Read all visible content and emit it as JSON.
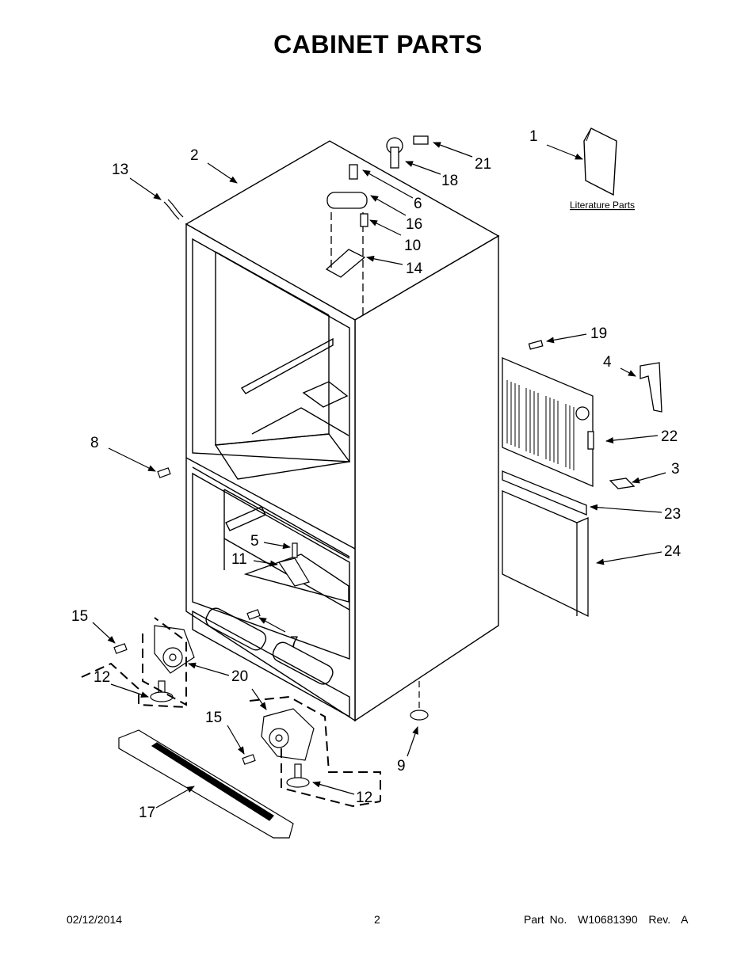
{
  "header": {
    "title": "CABINET  PARTS"
  },
  "diagram": {
    "literature_label": "Literature Parts",
    "callouts": [
      {
        "id": "c1",
        "text": "1"
      },
      {
        "id": "c2",
        "text": "2"
      },
      {
        "id": "c3",
        "text": "3"
      },
      {
        "id": "c4",
        "text": "4"
      },
      {
        "id": "c5",
        "text": "5"
      },
      {
        "id": "c6",
        "text": "6"
      },
      {
        "id": "c7",
        "text": "7"
      },
      {
        "id": "c8",
        "text": "8"
      },
      {
        "id": "c9",
        "text": "9"
      },
      {
        "id": "c10",
        "text": "10"
      },
      {
        "id": "c11",
        "text": "11"
      },
      {
        "id": "c12a",
        "text": "12"
      },
      {
        "id": "c12b",
        "text": "12"
      },
      {
        "id": "c13",
        "text": "13"
      },
      {
        "id": "c14",
        "text": "14"
      },
      {
        "id": "c15a",
        "text": "15"
      },
      {
        "id": "c15b",
        "text": "15"
      },
      {
        "id": "c16",
        "text": "16"
      },
      {
        "id": "c17",
        "text": "17"
      },
      {
        "id": "c18",
        "text": "18"
      },
      {
        "id": "c19",
        "text": "19"
      },
      {
        "id": "c20",
        "text": "20"
      },
      {
        "id": "c21",
        "text": "21"
      },
      {
        "id": "c22",
        "text": "22"
      },
      {
        "id": "c23",
        "text": "23"
      },
      {
        "id": "c24",
        "text": "24"
      }
    ]
  },
  "footer": {
    "date": "02/12/2014",
    "page": "2",
    "part_number": "Part No.  W10681390  Rev.  A"
  }
}
